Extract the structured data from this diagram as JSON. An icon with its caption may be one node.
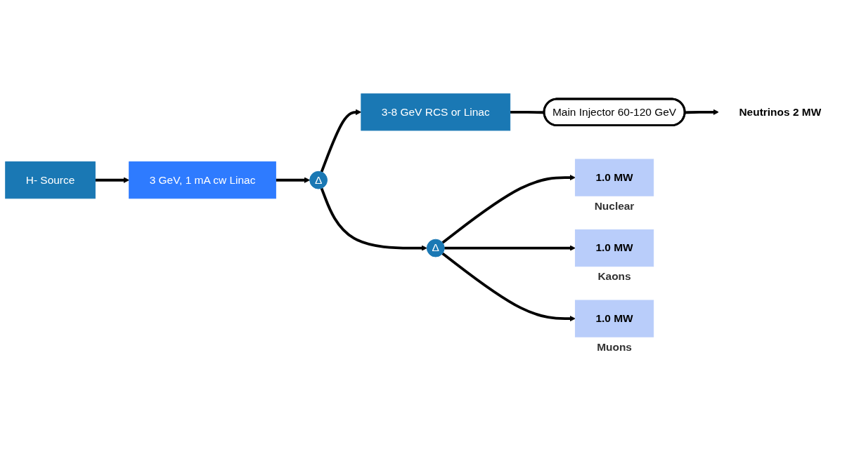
{
  "diagram": {
    "nodes": [
      {
        "text": [
          "H- Source"
        ]
      },
      {
        "text": [
          "3 GeV, 1 mA cw Linac"
        ]
      },
      {
        "text": [
          "Δ"
        ]
      },
      {
        "text": [
          "3-8 GeV RCS or Linac"
        ]
      },
      {
        "text": [
          "Main Injector 60-120 GeV"
        ]
      },
      {
        "text": [
          "Neutrinos 2 MW"
        ]
      },
      {
        "text": [
          "Δ"
        ]
      },
      {
        "text": [
          "1.0 MW"
        ],
        "beside": [
          "Nuclear"
        ]
      },
      {
        "text": [
          "1.0 MW"
        ],
        "beside": [
          "Kaons"
        ]
      },
      {
        "text": [
          "1.0 MW"
        ],
        "beside": [
          "Muons"
        ]
      }
    ],
    "edges": [
      {
        "from": 0,
        "to": 1,
        "arrow": "to"
      },
      {
        "from": 1,
        "to": 2,
        "arrow": "to"
      },
      {
        "from": 2,
        "to": 3,
        "arrow": "to"
      },
      {
        "from": 3,
        "to": 4,
        "arrow": "none"
      },
      {
        "from": 4,
        "to": 5,
        "arrow": "to"
      },
      {
        "from": 2,
        "to": 6,
        "arrow": "to"
      },
      {
        "from": 6,
        "to": 7,
        "arrow": "to"
      },
      {
        "from": 6,
        "to": 8,
        "arrow": "to"
      },
      {
        "from": 6,
        "to": 9,
        "arrow": "to"
      }
    ]
  }
}
